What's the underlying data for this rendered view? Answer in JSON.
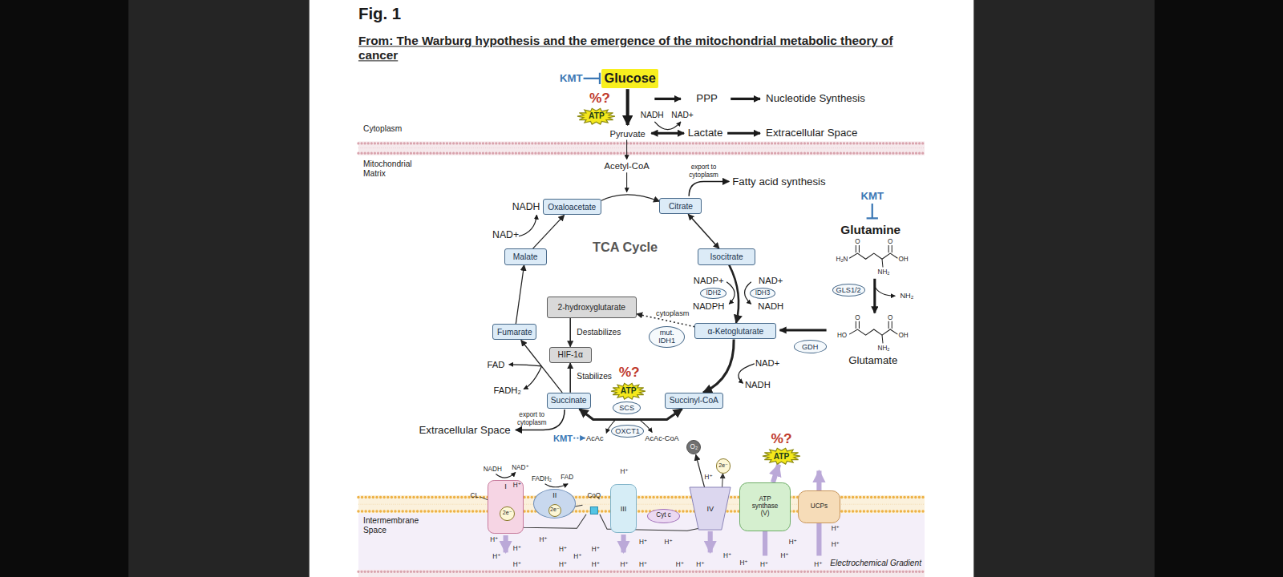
{
  "diagram": {
    "title": "Fig. 1",
    "caption": "From: The Warburg hypothesis and the emergence of the mitochondrial metabolic theory of cancer",
    "nodes": [
      {
        "text": [
          "Glucose"
        ]
      },
      {
        "text": [
          "ATP"
        ]
      },
      {
        "text": [
          "Oxaloacetate"
        ]
      },
      {
        "text": [
          "Citrate"
        ]
      },
      {
        "text": [
          "Malate"
        ]
      },
      {
        "text": [
          "Isocitrate"
        ]
      },
      {
        "text": [
          "IDH2"
        ]
      },
      {
        "text": [
          "IDH3"
        ]
      },
      {
        "text": [
          "2-hydroxyglutarate"
        ]
      },
      {
        "text": [
          "GLS1/2"
        ]
      },
      {
        "text": [
          "Fumarate"
        ]
      },
      {
        "text": [
          "mut. IDH1"
        ]
      },
      {
        "text": [
          "α-Ketoglutarate"
        ]
      },
      {
        "text": [
          "GDH"
        ]
      },
      {
        "text": [
          "HIF-1α"
        ]
      },
      {
        "text": [
          "ATP"
        ]
      },
      {
        "text": [
          "Succinate"
        ]
      },
      {
        "text": [
          "SCS"
        ]
      },
      {
        "text": [
          "Succinyl-CoA"
        ]
      },
      {
        "text": [
          "OXCT1"
        ]
      },
      {
        "text": [
          "O₂"
        ]
      },
      {
        "text": [
          "ATP"
        ]
      },
      {
        "text": [
          "2e⁻"
        ]
      },
      {
        "text": [
          "I"
        ]
      },
      {
        "text": [
          "2e⁻"
        ],
        "in": 23
      },
      {
        "text": [
          "II"
        ]
      },
      {
        "text": [
          "2e⁻"
        ],
        "in": 25
      },
      {
        "text": [
          "CoQ"
        ]
      },
      {
        "text": [
          "III"
        ]
      },
      {
        "text": [
          "Cyt c"
        ]
      },
      {
        "text": [
          "IV"
        ]
      },
      {
        "text": [
          "ATP synthase (V)"
        ]
      },
      {
        "text": [
          "UCPs"
        ]
      }
    ],
    "edges": [
      {
        "from": 2,
        "to": 3,
        "arrow": "to"
      },
      {
        "from": 3,
        "to": 5,
        "arrow": "both"
      },
      {
        "from": 5,
        "to": 12,
        "arrow": "to"
      },
      {
        "from": 12,
        "to": 18,
        "arrow": "to"
      },
      {
        "from": 18,
        "to": 16,
        "arrow": "both"
      },
      {
        "from": 16,
        "to": 10,
        "arrow": "to"
      },
      {
        "from": 10,
        "to": 4,
        "arrow": "to"
      },
      {
        "from": 4,
        "to": 2,
        "arrow": "to"
      },
      {
        "from": 8,
        "to": 14,
        "arrow": "to",
        "label": "Destabilizes"
      },
      {
        "from": 16,
        "to": 14,
        "arrow": "to",
        "label": "Stabilizes"
      },
      {
        "from": 12,
        "to": 8,
        "arrow": "to",
        "label": "cytoplasm"
      },
      {
        "from": 30,
        "to": 20,
        "arrow": "to"
      },
      {
        "from": 31,
        "to": 21,
        "arrow": "to"
      },
      {
        "from": 24,
        "to": 27,
        "arrow": "none"
      },
      {
        "from": 26,
        "to": 27,
        "arrow": "none"
      },
      {
        "from": 27,
        "to": 22,
        "arrow": "to"
      }
    ],
    "labels": [
      "Cytoplasm",
      "Mitochondrial Matrix",
      "KMT",
      "%?",
      "PPP",
      "Nucleotide Synthesis",
      "NADH",
      "NAD+",
      "Pyruvate",
      "Lactate",
      "Extracellular Space",
      "Acetyl-CoA",
      "export to cytoplasm",
      "Fatty acid synthesis",
      "KMT",
      "Glutamine",
      "O",
      "O",
      "H₂N",
      "OH",
      "NH₂",
      "NADH",
      "NAD+",
      "TCA Cycle",
      "NADP+",
      "NAD+",
      "NADPH",
      "NADH",
      "NH₂",
      "O",
      "O",
      "HO",
      "OH",
      "NH₂",
      "Glutamate",
      "FAD",
      "%?",
      "NAD+",
      "NADH",
      "FADH₂",
      "export to cytoplasm",
      "Extracellular Space",
      "KMT",
      "AcAc",
      "AcAc-CoA",
      "%?",
      "NADH",
      "NAD⁺",
      "H⁺",
      "FADH₂",
      "FAD",
      "H⁺",
      "H⁺",
      "CL",
      "Intermembrane Space",
      "H⁺",
      "H⁺",
      "H⁺",
      "H⁺",
      "H⁺",
      "H⁺",
      "H⁺",
      "H⁺",
      "H⁺",
      "H⁺",
      "H⁺",
      "H⁺",
      "H⁺",
      "H⁺",
      "H⁺",
      "H⁺",
      "H⁺",
      "H⁺",
      "H⁺",
      "H⁺",
      "H⁺",
      "H⁺",
      "H⁺",
      "H⁺",
      "Electrochemical Gradient"
    ]
  }
}
